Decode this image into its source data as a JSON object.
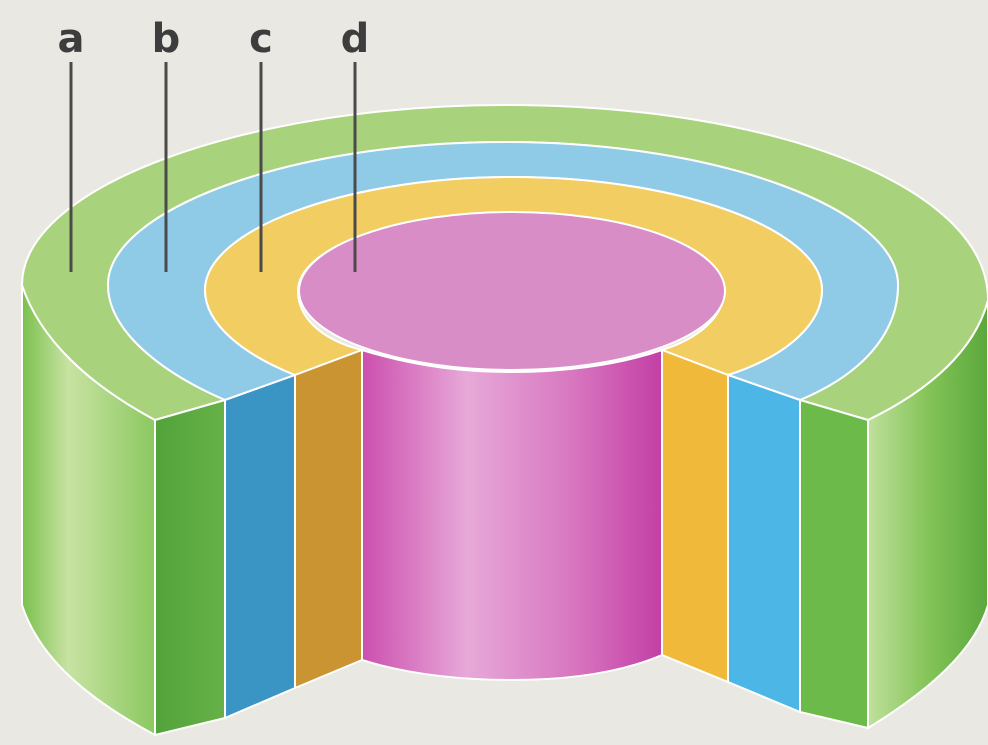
{
  "labels": {
    "a": "a",
    "b": "b",
    "c": "c",
    "d": "d"
  },
  "colors": {
    "background": "#e9e8e2",
    "layer_a_top": "#a9d27c",
    "layer_a_side": "#5fb043",
    "layer_b_top": "#8fcbe6",
    "layer_b_side": "#3a94c4",
    "layer_c_top": "#f2cd62",
    "layer_c_side": "#c99431",
    "layer_d_top": "#d98dc6",
    "layer_d_side": "#cf58b2"
  }
}
